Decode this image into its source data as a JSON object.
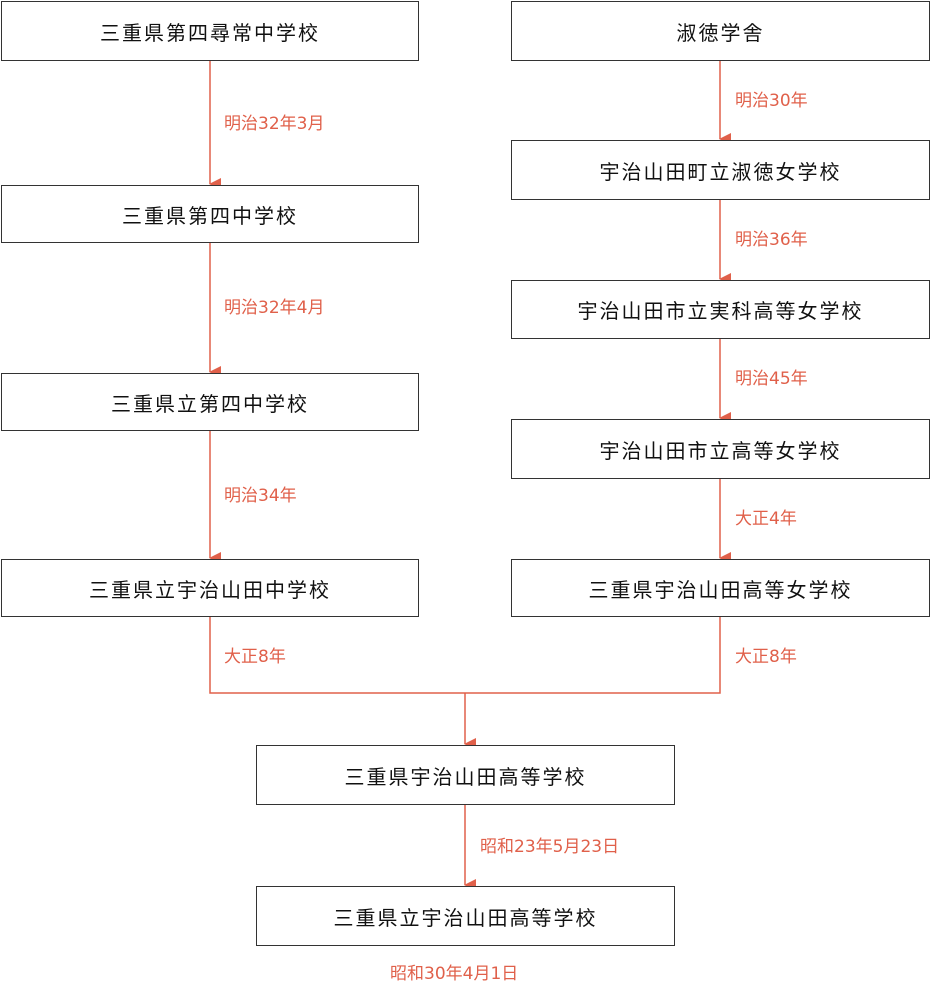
{
  "colors": {
    "accent": "#e0604a",
    "box_border": "#333333",
    "text": "#111111"
  },
  "left": {
    "box1": "三重県第四尋常中学校",
    "label1": "明治32年3月",
    "box2": "三重県第四中学校",
    "label2": "明治32年4月",
    "box3": "三重県立第四中学校",
    "label3": "明治34年",
    "box4": "三重県立宇治山田中学校",
    "label4": "大正8年"
  },
  "right": {
    "box1": "淑徳学舎",
    "label1": "明治30年",
    "box2": "宇治山田町立淑徳女学校",
    "label2": "明治36年",
    "box3": "宇治山田市立実科高等女学校",
    "label3": "明治45年",
    "box4": "宇治山田市立高等女学校",
    "label4": "大正4年",
    "box5": "三重県宇治山田高等女学校",
    "label5": "大正8年"
  },
  "merged": {
    "box1": "三重県宇治山田高等学校",
    "label1": "昭和23年5月23日",
    "box2": "三重県立宇治山田高等学校",
    "label2": "昭和30年4月1日"
  }
}
